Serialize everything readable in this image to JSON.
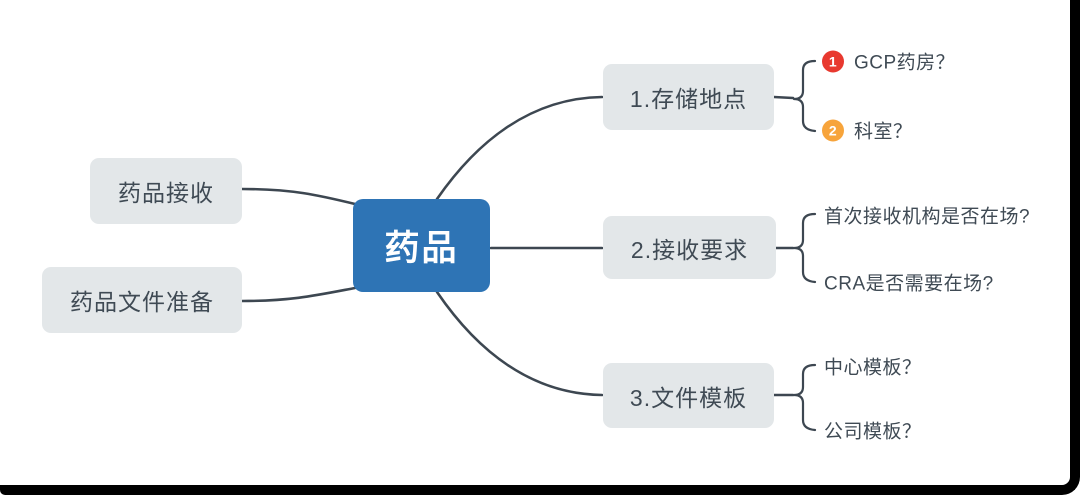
{
  "mindmap": {
    "center": {
      "label": "药品"
    },
    "left_nodes": [
      {
        "label": "药品接收"
      },
      {
        "label": "药品文件准备"
      }
    ],
    "right_nodes": [
      {
        "label": "1.存储地点",
        "children": [
          {
            "badge": "1",
            "badge_color": "#e8392f",
            "label": "GCP药房？"
          },
          {
            "badge": "2",
            "badge_color": "#f7a43b",
            "label": "科室？"
          }
        ]
      },
      {
        "label": "2.接收要求",
        "children": [
          {
            "label": "首次接收机构是否在场?"
          },
          {
            "label": "CRA是否需要在场?"
          }
        ]
      },
      {
        "label": "3.文件模板",
        "children": [
          {
            "label": "中心模板？"
          },
          {
            "label": "公司模板？"
          }
        ]
      }
    ],
    "colors": {
      "center_node_bg": "#2e74b5",
      "center_node_text": "#ffffff",
      "branch_node_bg": "#e3e7e9",
      "text": "#3f4a54",
      "line": "#3d4751",
      "badge_1": "#e8392f",
      "badge_2": "#f7a43b",
      "frame_border": "#000000"
    }
  }
}
